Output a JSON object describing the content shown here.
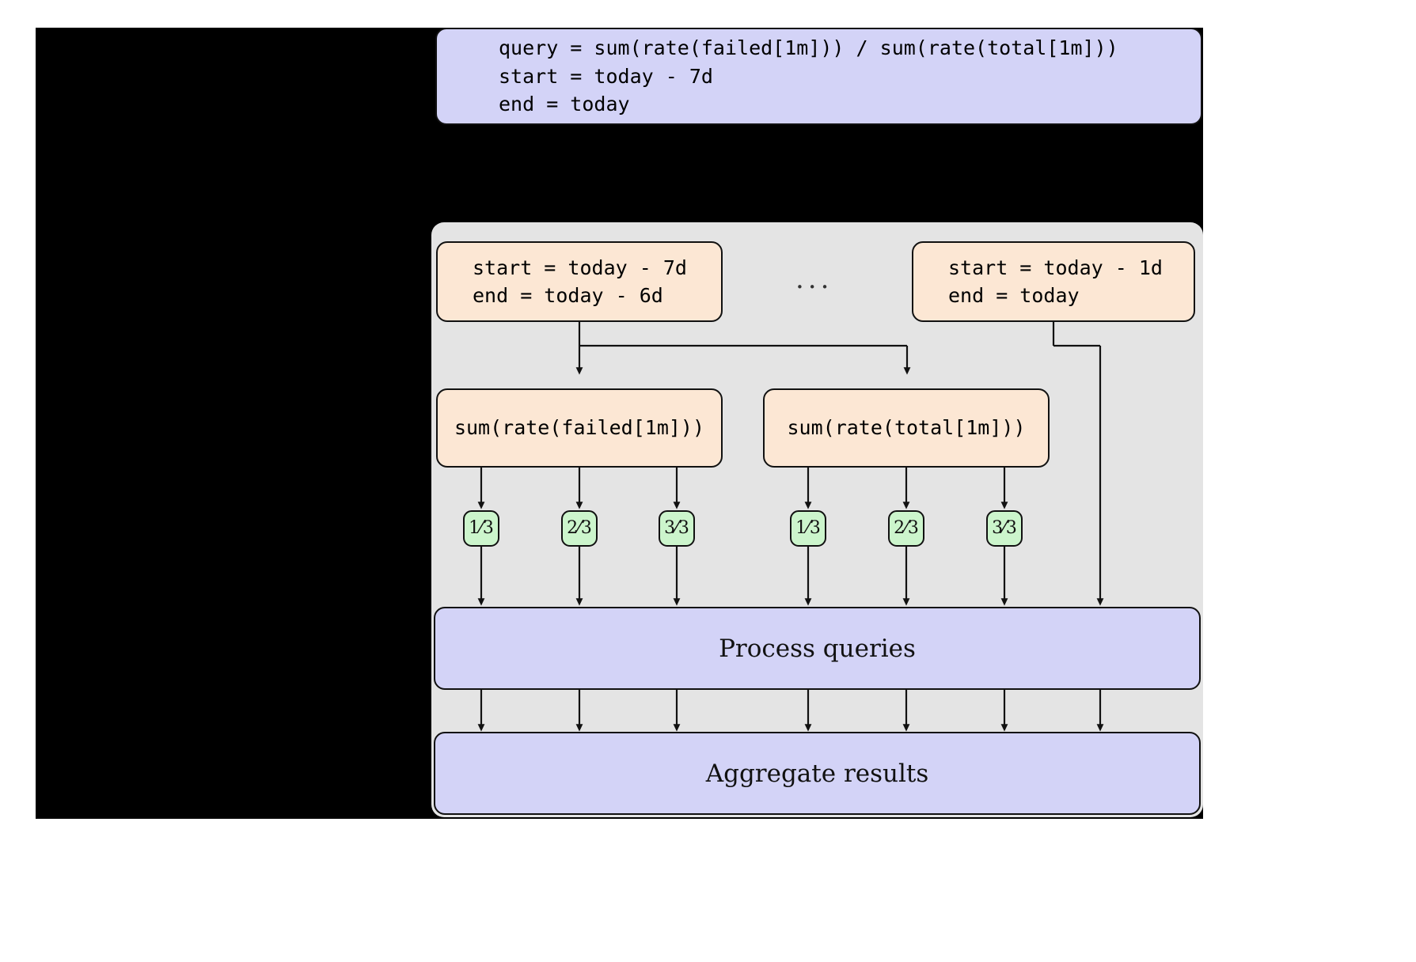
{
  "diagram": {
    "title_hidden": true,
    "colors": {
      "purple": "#d3d3f7",
      "orange": "#fce7d4",
      "green": "#ccf5cc",
      "group_gray": "#e4e4e4",
      "backdrop": "#000000",
      "stroke": "#111111"
    },
    "query_box": {
      "lines": [
        "query = sum(rate(failed[1m])) / sum(rate(total[1m]))",
        "start = today - 7d",
        "end = today"
      ]
    },
    "ellipsis": "...",
    "range_boxes": [
      {
        "lines": [
          "start = today - 7d",
          "end = today - 6d"
        ]
      },
      {
        "lines": [
          "start = today - 1d",
          "end = today"
        ]
      }
    ],
    "sum_boxes": [
      {
        "label": "sum(rate(failed[1m]))"
      },
      {
        "label": "sum(rate(total[1m]))"
      }
    ],
    "fraction_badges": [
      {
        "num": "1",
        "den": "3",
        "text": "1⁄3"
      },
      {
        "num": "2",
        "den": "3",
        "text": "2⁄3"
      },
      {
        "num": "3",
        "den": "3",
        "text": "3⁄3"
      },
      {
        "num": "1",
        "den": "3",
        "text": "1⁄3"
      },
      {
        "num": "2",
        "den": "3",
        "text": "2⁄3"
      },
      {
        "num": "3",
        "den": "3",
        "text": "3⁄3"
      }
    ],
    "process_box": {
      "label": "Process queries"
    },
    "aggregate_box": {
      "label": "Aggregate results"
    }
  }
}
